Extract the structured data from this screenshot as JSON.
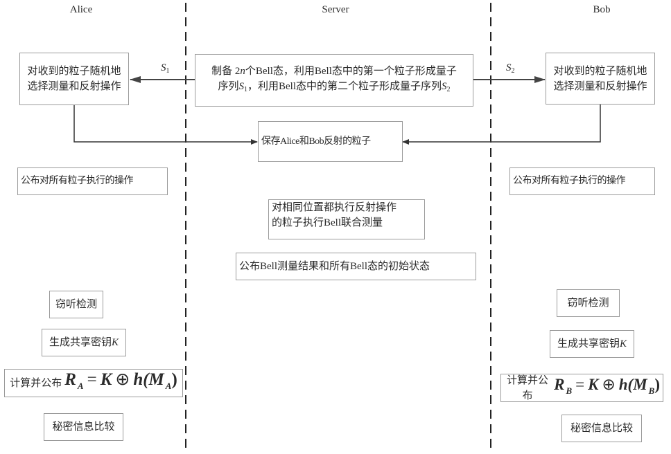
{
  "lanes": {
    "alice": "Alice",
    "server": "Server",
    "bob": "Bob"
  },
  "alice": {
    "receive_box": [
      "对收到的粒子随机地",
      "选择测量和反射操作"
    ],
    "publish_ops": "公布对所有粒子执行的操作",
    "eavesdrop_check": "窃听检测",
    "generate_key": "生成共享密钥",
    "key_symbol": "K",
    "compute_publish": "计算并公布",
    "formula": {
      "lhs": "R",
      "lhs_sub": "A",
      "eq": "=",
      "k": "K",
      "xor": "⊕",
      "h": "h(M",
      "h_sub": "A",
      "close": ")"
    },
    "compare": "秘密信息比较"
  },
  "server": {
    "prepare_box": {
      "line1_pre": "制备 2",
      "line1_n": "n",
      "line1_post": "个Bell态，利用Bell态中的第一个粒子形成量子",
      "line2_pre": "序列",
      "s1": "S",
      "s1_sub": "1",
      "line2_mid": "，利用Bell态中的第二个粒子形成量子序列",
      "s2": "S",
      "s2_sub": "2"
    },
    "save_box": "保存Alice和Bob反射的粒子",
    "bell_measure_box": [
      "对相同位置都执行反射操作",
      "的粒子执行Bell联合测量"
    ],
    "publish_results_box": "公布Bell测量结果和所有Bell态的初始状态"
  },
  "bob": {
    "receive_box": [
      "对收到的粒子随机地",
      "选择测量和反射操作"
    ],
    "publish_ops": "公布对所有粒子执行的操作",
    "eavesdrop_check": "窃听检测",
    "generate_key": "生成共享密钥",
    "key_symbol": "K",
    "compute_publish": "计算并公布",
    "formula": {
      "lhs": "R",
      "lhs_sub": "B",
      "eq": "=",
      "k": "K",
      "xor": "⊕",
      "h": "h(M",
      "h_sub": "B",
      "close": ")"
    },
    "compare": "秘密信息比较"
  },
  "arrows": {
    "s1": {
      "symbol": "S",
      "sub": "1"
    },
    "s2": {
      "symbol": "S",
      "sub": "2"
    }
  },
  "colors": {
    "line": "#333333",
    "box_border": "#9a9a9a",
    "text": "#2a2a2a"
  }
}
